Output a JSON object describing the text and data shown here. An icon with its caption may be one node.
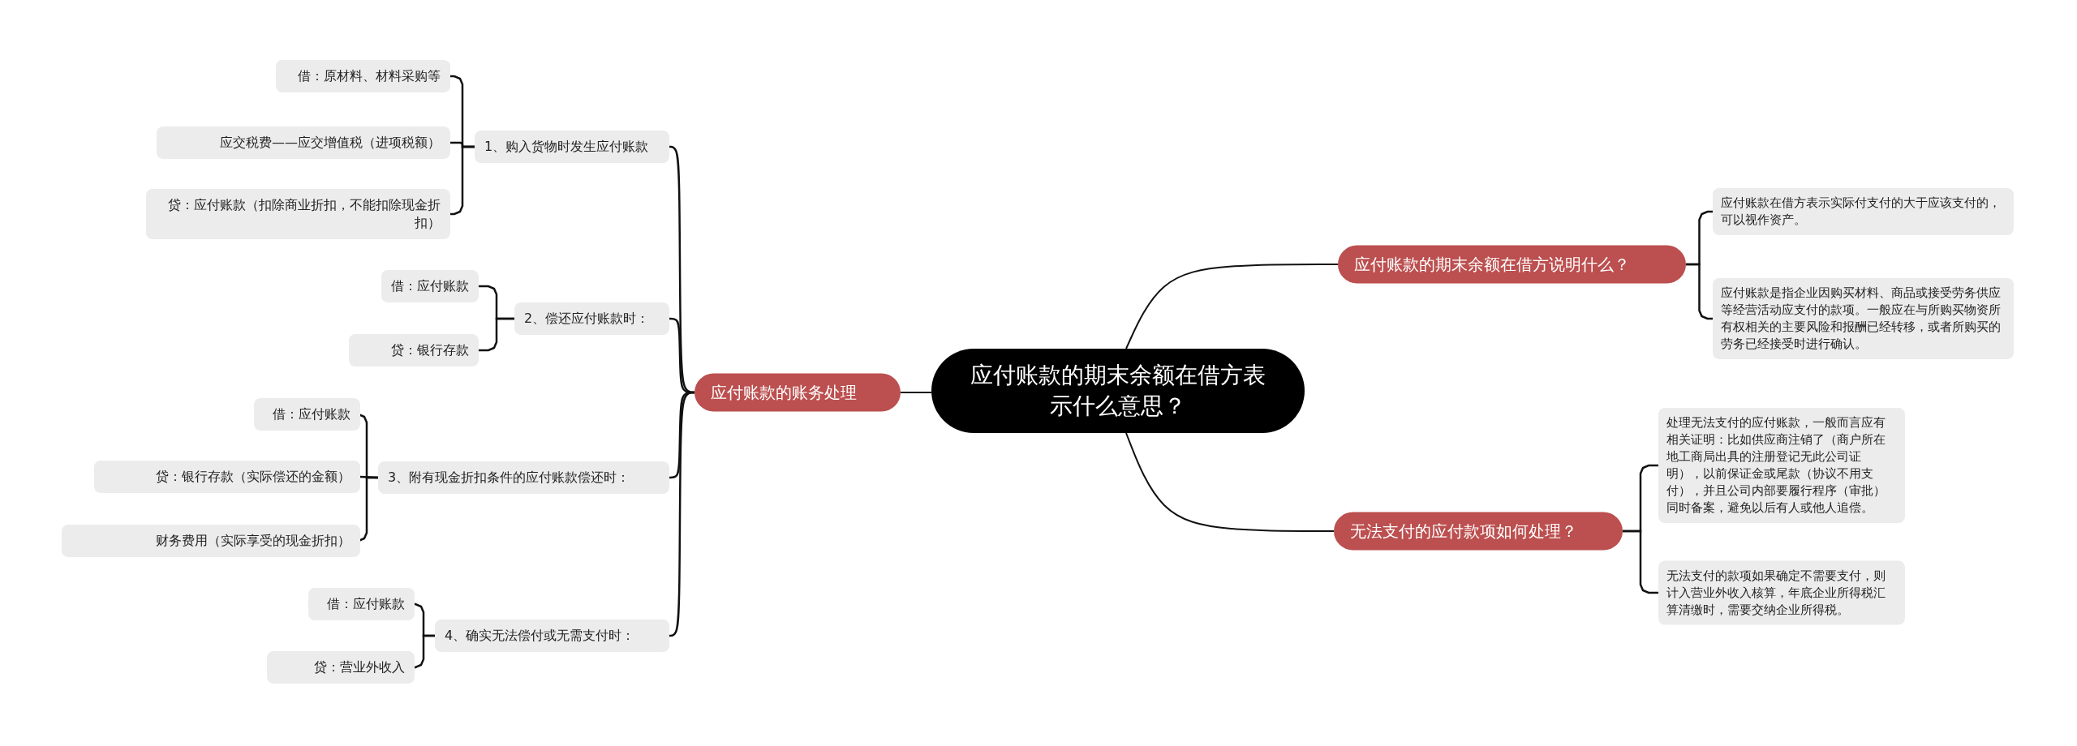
{
  "diagram": {
    "nodes": [
      {
        "text": [
          "应付账款的期末余额在借方表示什么意思？"
        ]
      },
      {
        "text": [
          "应付账款的账务处理"
        ]
      },
      {
        "text": [
          "1、购入货物时发生应付账款"
        ]
      },
      {
        "text": [
          "借：原材料、材料采购等"
        ]
      },
      {
        "text": [
          "应交税费——应交增值税（进项税额）"
        ]
      },
      {
        "text": [
          "贷：应付账款（扣除商业折扣，不能扣除现金折扣）"
        ]
      },
      {
        "text": [
          "2、偿还应付账款时："
        ]
      },
      {
        "text": [
          "借：应付账款"
        ]
      },
      {
        "text": [
          "贷：银行存款"
        ]
      },
      {
        "text": [
          "3、附有现金折扣条件的应付账款偿还时："
        ]
      },
      {
        "text": [
          "借：应付账款"
        ]
      },
      {
        "text": [
          "贷：银行存款（实际偿还的金额）"
        ]
      },
      {
        "text": [
          "财务费用（实际享受的现金折扣）"
        ]
      },
      {
        "text": [
          "4、确实无法偿付或无需支付时："
        ]
      },
      {
        "text": [
          "借：应付账款"
        ]
      },
      {
        "text": [
          "贷：营业外收入"
        ]
      },
      {
        "text": [
          "应付账款的期末余额在借方说明什么？"
        ]
      },
      {
        "text": [
          "应付账款在借方表示实际付支付的大于应该支付的，可以视作资产。"
        ]
      },
      {
        "text": [
          "应付账款是指企业因购买材料、商品或接受劳务供应等经营活动应支付的款项。一般应在与所购买物资所有权相关的主要风险和报酬已经转移，或者所购买的劳务已经接受时进行确认。"
        ]
      },
      {
        "text": [
          "无法支付的应付款项如何处理？"
        ]
      },
      {
        "text": [
          "处理无法支付的应付账款，一般而言应有相关证明：比如供应商注销了（商户所在地工商局出具的注册登记无此公司证明），以前保证金或尾款（协议不用支付），并且公司内部要履行程序（审批）同时备案，避免以后有人或他人追偿。"
        ]
      },
      {
        "text": [
          "无法支付的款项如果确定不需要支付，则计入营业外收入核算，年底企业所得税汇算清缴时，需要交纳企业所得税。"
        ]
      }
    ],
    "edges": [
      {
        "from": 0,
        "to": 1,
        "arrow": "none"
      },
      {
        "from": 1,
        "to": 2,
        "arrow": "none"
      },
      {
        "from": 2,
        "to": 3,
        "arrow": "none"
      },
      {
        "from": 2,
        "to": 4,
        "arrow": "none"
      },
      {
        "from": 2,
        "to": 5,
        "arrow": "none"
      },
      {
        "from": 1,
        "to": 6,
        "arrow": "none"
      },
      {
        "from": 6,
        "to": 7,
        "arrow": "none"
      },
      {
        "from": 6,
        "to": 8,
        "arrow": "none"
      },
      {
        "from": 1,
        "to": 9,
        "arrow": "none"
      },
      {
        "from": 9,
        "to": 10,
        "arrow": "none"
      },
      {
        "from": 9,
        "to": 11,
        "arrow": "none"
      },
      {
        "from": 9,
        "to": 12,
        "arrow": "none"
      },
      {
        "from": 1,
        "to": 13,
        "arrow": "none"
      },
      {
        "from": 13,
        "to": 14,
        "arrow": "none"
      },
      {
        "from": 13,
        "to": 15,
        "arrow": "none"
      },
      {
        "from": 0,
        "to": 16,
        "arrow": "none"
      },
      {
        "from": 16,
        "to": 17,
        "arrow": "none"
      },
      {
        "from": 16,
        "to": 18,
        "arrow": "none"
      },
      {
        "from": 0,
        "to": 19,
        "arrow": "none"
      },
      {
        "from": 19,
        "to": 20,
        "arrow": "none"
      },
      {
        "from": 19,
        "to": 21,
        "arrow": "none"
      }
    ]
  }
}
